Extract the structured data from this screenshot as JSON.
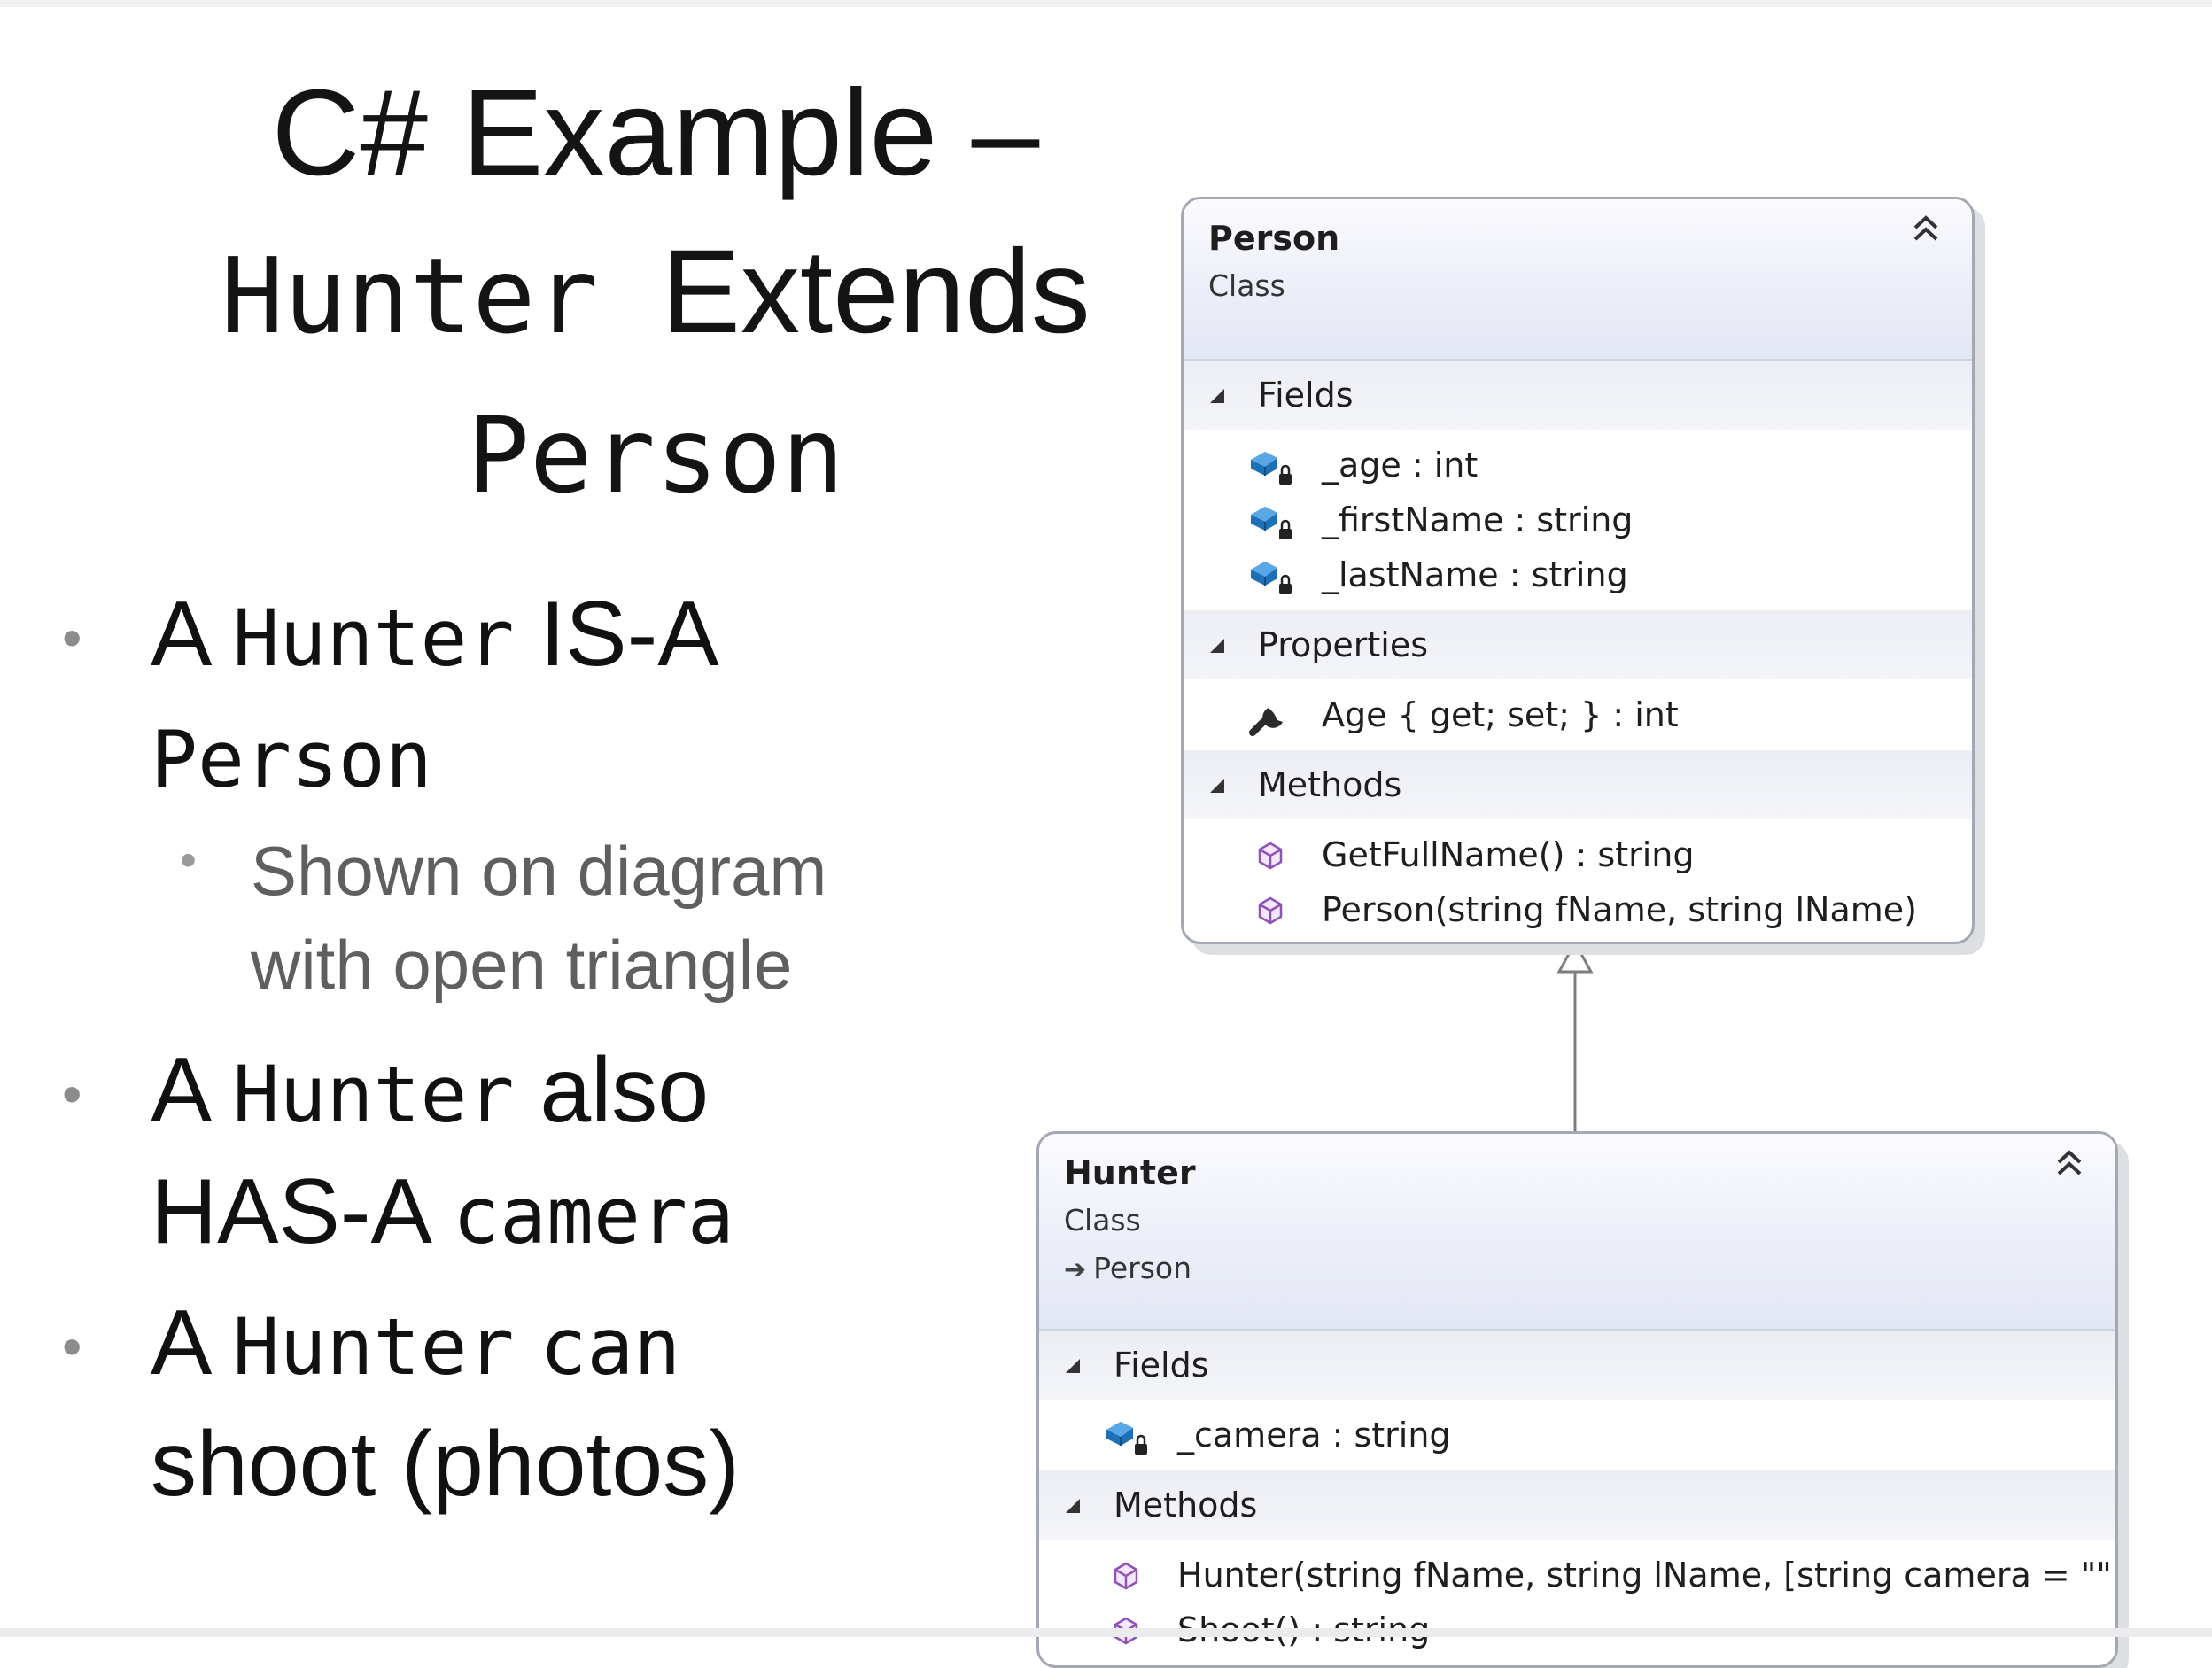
{
  "title": {
    "line1": "C# Example –",
    "line2_a": "Hunter ",
    "line2_b": "Extends",
    "line3": "Person"
  },
  "bullets": {
    "b1": {
      "a": "A",
      "b": "Hunter",
      "c": "IS-A",
      "d": "Person"
    },
    "sub1": {
      "line1": "Shown on diagram",
      "line2": "with open triangle"
    },
    "b2": {
      "a": "A",
      "b": "Hunter",
      "c": "also",
      "d": "HAS-A",
      "e": "camera"
    },
    "b3": {
      "a": "A",
      "b": "Hunter",
      "c": "can",
      "d": "shoot (photos)"
    }
  },
  "diagram": {
    "person": {
      "name": "Person",
      "kind": "Class",
      "sections": {
        "fields": {
          "label": "Fields",
          "items": [
            "_age : int",
            "_firstName : string",
            "_lastName : string"
          ]
        },
        "properties": {
          "label": "Properties",
          "items": [
            "Age { get; set; } : int"
          ]
        },
        "methods": {
          "label": "Methods",
          "items": [
            "GetFullName() : string",
            "Person(string fName, string lName)"
          ]
        }
      }
    },
    "hunter": {
      "name": "Hunter",
      "kind": "Class",
      "base": "Person",
      "sections": {
        "fields": {
          "label": "Fields",
          "items": [
            "_camera : string"
          ]
        },
        "methods": {
          "label": "Methods",
          "items": [
            "Hunter(string fName, string lName, [string camera = \"\"])",
            "Shoot() : string"
          ]
        }
      }
    }
  }
}
